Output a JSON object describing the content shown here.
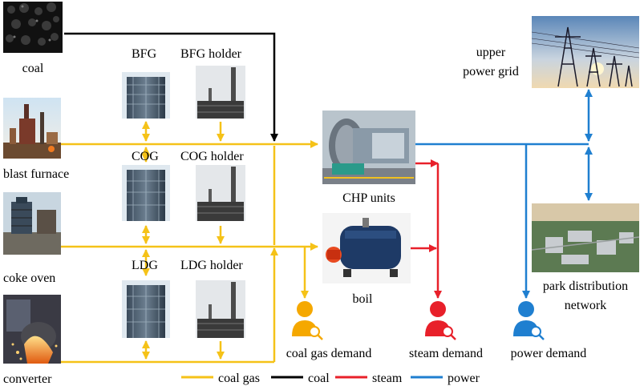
{
  "labels": {
    "coal": "coal",
    "blast_furnace": "blast furnace",
    "coke_oven": "coke oven",
    "converter": "converter",
    "bfg": "BFG",
    "bfg_holder": "BFG holder",
    "cog": "COG",
    "cog_holder": "COG holder",
    "ldg": "LDG",
    "ldg_holder": "LDG holder",
    "chp_units": "CHP units",
    "boil": "boil",
    "upper_grid_line1": "upper",
    "upper_grid_line2": "power grid",
    "park_line1": "park distribution",
    "park_line2": "network",
    "coal_gas_demand": "coal gas demand",
    "steam_demand": "steam demand",
    "power_demand": "power demand"
  },
  "legend": [
    {
      "label": "coal gas",
      "color": "#f5c218"
    },
    {
      "label": "coal",
      "color": "#000000"
    },
    {
      "label": "steam",
      "color": "#e8202a"
    },
    {
      "label": "power",
      "color": "#1f7fd0"
    }
  ],
  "colors": {
    "coal_gas": "#f5c218",
    "coal": "#000000",
    "steam": "#e8202a",
    "power": "#1f7fd0",
    "coal_gas_demand_icon": "#f5a800",
    "steam_demand_icon": "#e8202a",
    "power_demand_icon": "#1f7fd0"
  },
  "icons": {
    "coal": "coal-pile-photo",
    "blast_furnace": "blast-furnace-photo",
    "coke_oven": "coke-oven-photo",
    "converter": "converter-photo",
    "gasholder": "gasholder-tank-photo",
    "holder": "holder-plant-photo",
    "chp": "turbine-photo",
    "boiler": "boiler-photo",
    "grid": "transmission-tower-photo",
    "park": "industrial-park-photo",
    "demand": "person-search-icon"
  }
}
